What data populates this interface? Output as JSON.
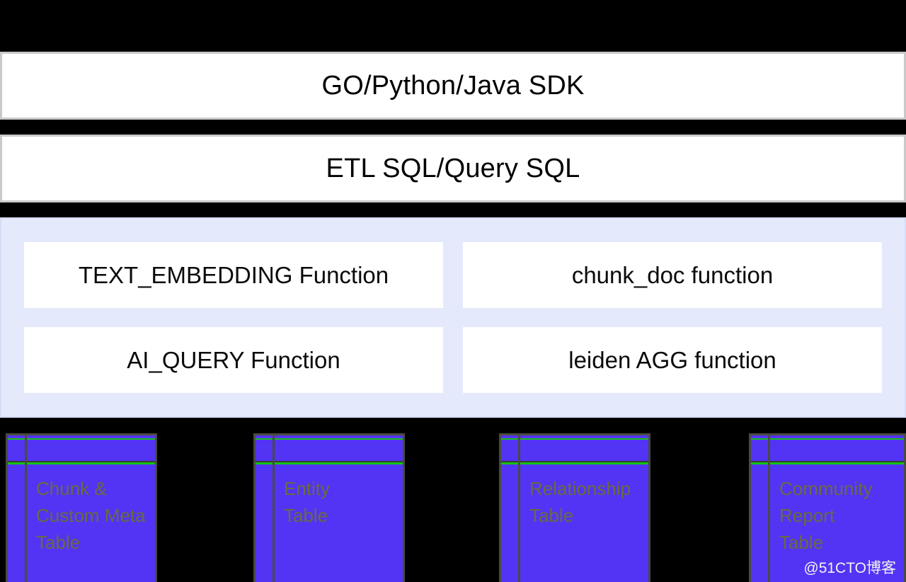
{
  "api_layers": [
    {
      "id": "sdk",
      "label": "GO/Python/Java SDK"
    },
    {
      "id": "etlsql",
      "label": "ETL SQL/Query SQL"
    }
  ],
  "function_panel": {
    "background_color": "#e4e9fb",
    "rows": [
      {
        "left_label": "TEXT_EMBEDDING Function",
        "right_label": "chunk_doc function"
      },
      {
        "left_label": "AI_QUERY Function",
        "right_label": "leiden AGG function"
      }
    ]
  },
  "storage_tables": [
    {
      "id": "chunk-custom-meta",
      "label": "Chunk &\nCustom Meta\nTable"
    },
    {
      "id": "entity",
      "label": "Entity\nTable"
    },
    {
      "id": "relationship",
      "label": "Relationship\nTable"
    },
    {
      "id": "community-report",
      "label": "Community\nReport\nTable"
    }
  ],
  "watermark": {
    "text": "@51CTO博客"
  },
  "colors": {
    "table_fill": "#5334f4",
    "table_border": "#4a4a42",
    "table_header_rule": "#12c412",
    "table_text": "#6b6b3f",
    "panel_fill": "#e4e9fb",
    "bar_fill": "#ffffff",
    "bar_border": "#c9c9c9",
    "page_background": "#000000"
  }
}
